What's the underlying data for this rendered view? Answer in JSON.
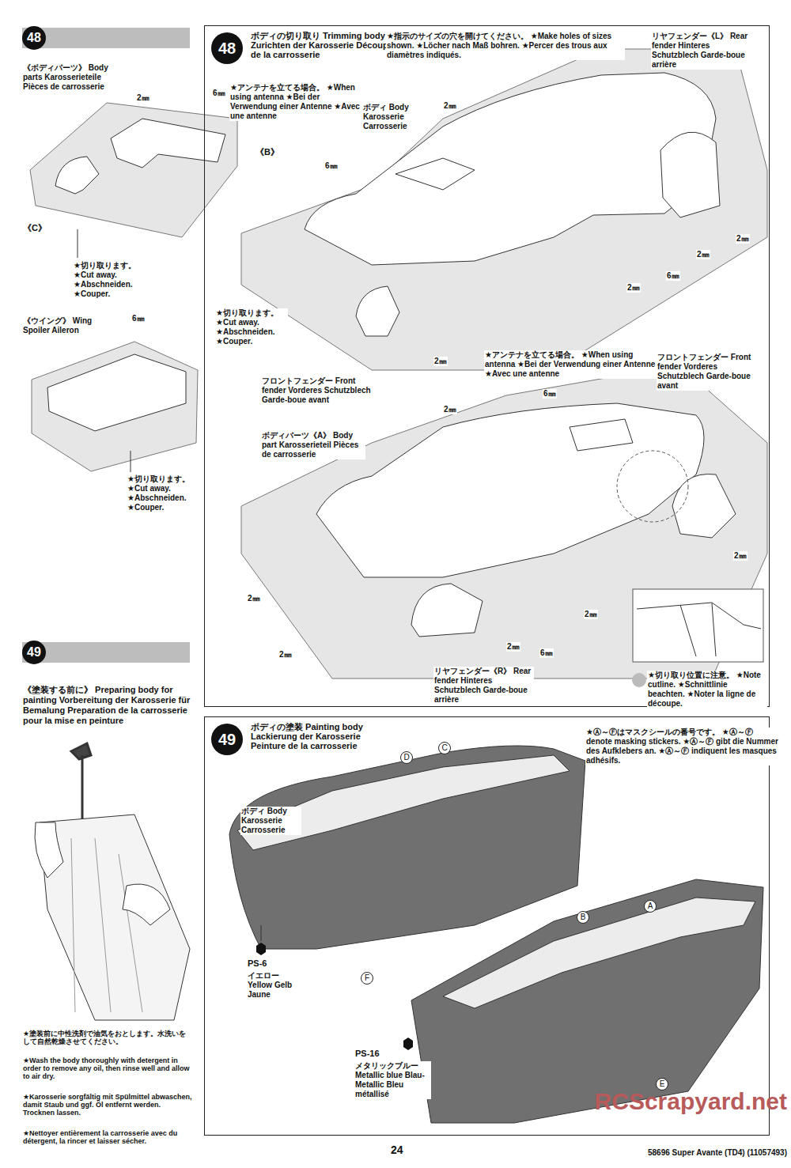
{
  "diagram": {
    "nodes": [
      {
        "text": [
          "48"
        ]
      },
      {
        "text": [
          "ボディの切り取り Trimming body Zurichten der Karosserie Découpe de la carrosserie"
        ]
      },
      {
        "text": [
          "48"
        ],
        "in": 1
      },
      {
        "text": [
          "49"
        ]
      },
      {
        "text": [
          "ボディの塗装 Painting body Lackierung der Karosserie Peinture de la carrosserie"
        ]
      },
      {
        "text": [
          "49"
        ],
        "in": 4
      },
      {
        "text": [
          "D"
        ],
        "in": 4
      },
      {
        "text": [
          "C"
        ],
        "in": 4
      },
      {
        "text": [
          "F"
        ],
        "in": 4
      },
      {
        "text": [
          "B"
        ],
        "in": 4
      },
      {
        "text": [
          "A"
        ],
        "in": 4
      },
      {
        "text": [
          "E"
        ],
        "in": 4
      }
    ],
    "labels": [
      "《ボディパーツ》 Body parts Karosserieteile Pièces de carrosserie",
      "2㎜",
      "6㎜",
      "《B》",
      "《C》",
      "★切り取ります。 ★Cut away. ★Abschneiden. ★Couper.",
      "《ウイング》 Wing Spoiler Aileron",
      "6㎜",
      "★切り取ります。 ★Cut away. ★Abschneiden. ★Couper.",
      "★指示のサイズの穴を開けてください。 ★Make holes of sizes shown. ★Löcher nach Maß bohren. ★Percer des trous aux diamètres indiqués.",
      "★アンテナを立てる場合。 ★When using antenna ★Bei der Verwendung einer Antenne ★Avec une antenne",
      "リヤフェンダー《L》 Rear fender Hinteres Schutzblech Garde-boue arrière",
      "ボディ Body Karosserie Carrosserie",
      "2㎜",
      "6㎜",
      "2㎜",
      "2㎜",
      "6㎜",
      "2㎜",
      "★切り取ります。 ★Cut away. ★Abschneiden. ★Couper.",
      "2㎜",
      "フロントフェンダー Front fender Vorderes Schutzblech Garde-boue avant",
      "★アンテナを立てる場合。 ★When using antenna ★Bei der Verwendung einer Antenne ★Avec une antenne",
      "6㎜",
      "フロントフェンダー Front fender Vorderes Schutzblech Garde-boue avant",
      "2㎜",
      "ボディパーツ《A》 Body part Karosserieteil Pièces de carrosserie",
      "2㎜",
      "2㎜",
      "2㎜",
      "2㎜",
      "6㎜",
      "2㎜",
      "リヤフェンダー《R》 Rear fender Hinteres Schutzblech Garde-boue arrière",
      "★切り取り位置に注意。 ★Note cutline. ★Schnittlinie beachten. ★Noter la ligne de découpe.",
      "《塗装する前に》 Preparing body for painting Vorbereitung der Karosserie für Bemalung Preparation de la carrosserie pour la mise en peinture",
      "★塗装前に中性洗剤で油気をおとします。水洗いをして自然乾燥させてください。",
      "★Wash the body thoroughly with detergent in order to remove any oil, then rinse well and allow to air dry.",
      "★Karosserie sorgfältig mit Spülmittel abwaschen, damit Staub und ggf. Öl entfernt werden. Trocknen lassen.",
      "★Nettoyer entièrement la carrosserie avec du détergent, la rincer et laisser sécher.",
      "★Ⓐ～Ⓕはマスクシールの番号です。 ★Ⓐ～Ⓕ denote masking stickers. ★Ⓐ～Ⓕ gibt die Nummer des Aufklebers an. ★Ⓐ～Ⓕ indiquent les masques adhésifs.",
      "ボディ Body Karosserie Carrosserie",
      "PS-6",
      "イエロー Yellow Gelb Jaune",
      "PS-16",
      "メタリックブルー Metallic blue Blau-Metallic Bleu métallisé",
      "24",
      "58696 Super Avante (TD4) (11057493)",
      "RCScrapyard.net"
    ]
  }
}
